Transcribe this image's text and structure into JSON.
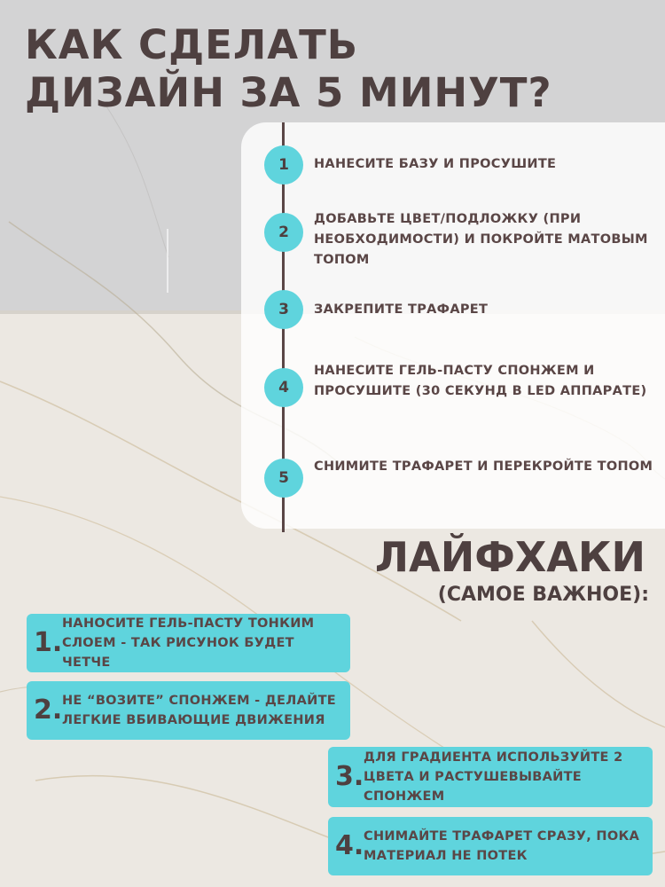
{
  "title": {
    "line1": "КАК СДЕЛАТЬ",
    "line2": "ДИЗАЙН ЗА 5 МИНУТ?"
  },
  "steps": [
    {
      "num": "1",
      "text": "НАНЕСИТЕ БАЗУ И ПРОСУШИТЕ"
    },
    {
      "num": "2",
      "text": "ДОБАВЬТЕ ЦВЕТ/ПОДЛОЖКУ (ПРИ НЕОБХОДИМОСТИ) И ПОКРОЙТЕ МАТОВЫМ ТОПОМ"
    },
    {
      "num": "3",
      "text": "ЗАКРЕПИТЕ ТРАФАРЕТ"
    },
    {
      "num": "4",
      "text": "НАНЕСИТЕ ГЕЛЬ-ПАСТУ СПОНЖЕМ И ПРОСУШИТЕ (30 СЕКУНД В LED АППАРАТЕ)"
    },
    {
      "num": "5",
      "text": "СНИМИТЕ ТРАФАРЕТ И ПЕРЕКРОЙТЕ ТОПОМ"
    }
  ],
  "hacks": {
    "title": "ЛАЙФХАКИ",
    "subtitle": "(САМОЕ ВАЖНОЕ):",
    "items": [
      {
        "num": "1.",
        "text": "НАНОСИТЕ ГЕЛЬ-ПАСТУ ТОНКИМ СЛОЕМ - ТАК РИСУНОК БУДЕТ ЧЕТЧЕ"
      },
      {
        "num": "2.",
        "text": "НЕ “ВОЗИТЕ” СПОНЖЕМ - ДЕЛАЙТЕ ЛЕГКИЕ ВБИВАЮЩИЕ ДВИЖЕНИЯ"
      },
      {
        "num": "3.",
        "text": "ДЛЯ ГРАДИЕНТА ИСПОЛЬЗУЙТЕ 2 ЦВЕТА И РАСТУШЕВЫВАЙТЕ СПОНЖЕМ"
      },
      {
        "num": "4.",
        "text": "СНИМАЙТЕ ТРАФАРЕТ СРАЗУ, ПОКА МАТЕРИАЛ НЕ ПОТЕК"
      }
    ]
  },
  "colors": {
    "accent": "#5fd4dd",
    "text": "#4e4040",
    "timeline": "#5a4646"
  }
}
